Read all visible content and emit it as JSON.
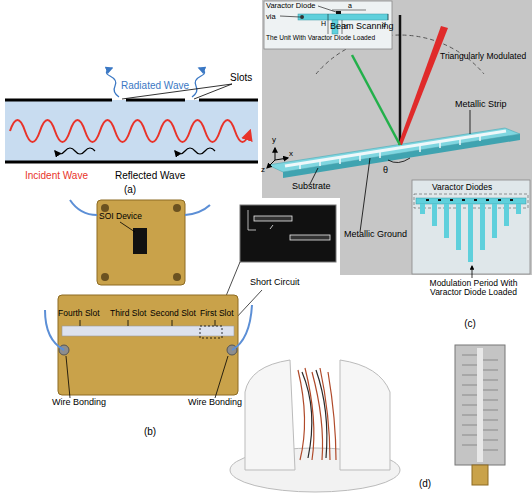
{
  "diagram": {
    "nodes": [
      {
        "text": [
          "Varactor Diode",
          "via",
          "h",
          "H",
          "a",
          "d",
          "The Unit With Varactor Diode Loaded"
        ]
      },
      {
        "text": [
          "Varactor Diodes"
        ]
      }
    ],
    "labels": [
      "Slots",
      "Radiated Wave",
      "Incident Wave",
      "Reflected Wave",
      "(a)",
      "Beam Scanning",
      "Triangularly Modulated",
      "Metallic Strip",
      "y",
      "z",
      "x",
      "Substrate",
      "θ",
      "Metallic Ground",
      "SOI Device",
      "Short Circuit",
      "Fourth Slot",
      "Third Slot",
      "Second Slot",
      "First Slot",
      "Wire Bonding",
      "Wire Bonding",
      "(b)",
      "Modulation Period With Varactor Diode Loaded",
      "(c)",
      "(d)"
    ]
  }
}
